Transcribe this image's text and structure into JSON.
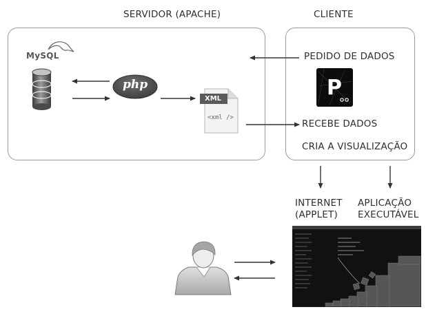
{
  "labels": {
    "server_title": "SERVIDOR (APACHE)",
    "client_title": "CLIENTE",
    "data_request": "PEDIDO DE DADOS",
    "data_receive": "RECEBE DADOS",
    "create_visualization": "CRIA A VISUALIZAÇÃO",
    "internet_line1": "INTERNET",
    "internet_line2": "(APPLET)",
    "executable_line1": "APLICAÇÃO",
    "executable_line2": "EXECUTÁVEL"
  },
  "logos": {
    "mysql": "MySQL",
    "php": "php",
    "xml_tag": "XML",
    "xml_code": "<xml />",
    "processing": "P"
  },
  "icons": {
    "database": "database-icon",
    "user": "user-icon",
    "xml_file": "xml-file-icon",
    "processing_logo": "processing-logo-icon",
    "visualization": "visualization-screenshot"
  },
  "colors": {
    "box_border": "#9a9a9a",
    "arrow": "#333333",
    "text": "#2e2e2e",
    "php_blob": "#4a4a4a",
    "screenshot_bg": "#111111"
  }
}
